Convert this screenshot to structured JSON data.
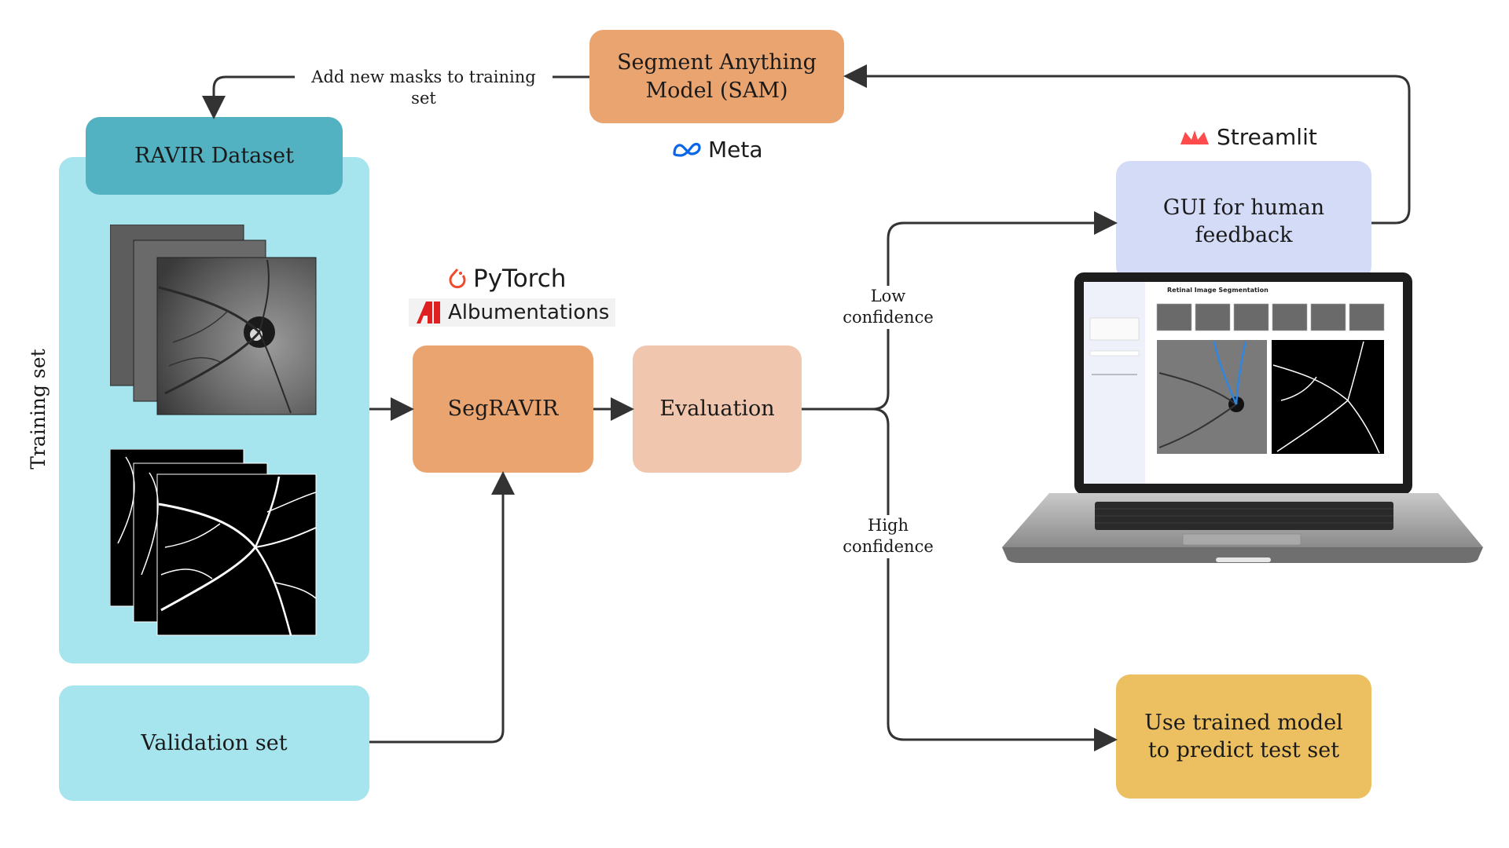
{
  "boxes": {
    "sam": "Segment Anything Model (SAM)",
    "dataset": "RAVIR Dataset",
    "segravir": "SegRAVIR",
    "evaluation": "Evaluation",
    "gui": "GUI for human feedback",
    "validation": "Validation set",
    "predict": "Use trained model to predict test set"
  },
  "labels": {
    "training_set": "Training set",
    "add_masks": "Add new masks to training set",
    "low_conf": "Low\nconfidence",
    "high_conf": "High\nconfidence"
  },
  "logos": {
    "meta": "Meta",
    "streamlit": "Streamlit",
    "pytorch": "PyTorch",
    "albumentations": "Albumentations"
  },
  "laptop_screen": {
    "app_title": "Retinal Image Segmentation"
  },
  "colors": {
    "light_cyan": "#a6e4ee",
    "teal": "#52b2c2",
    "orange": "#e9a470",
    "peach": "#f0c6ae",
    "lavender": "#d4dbf7",
    "gold": "#ecc060",
    "line": "#333333"
  }
}
